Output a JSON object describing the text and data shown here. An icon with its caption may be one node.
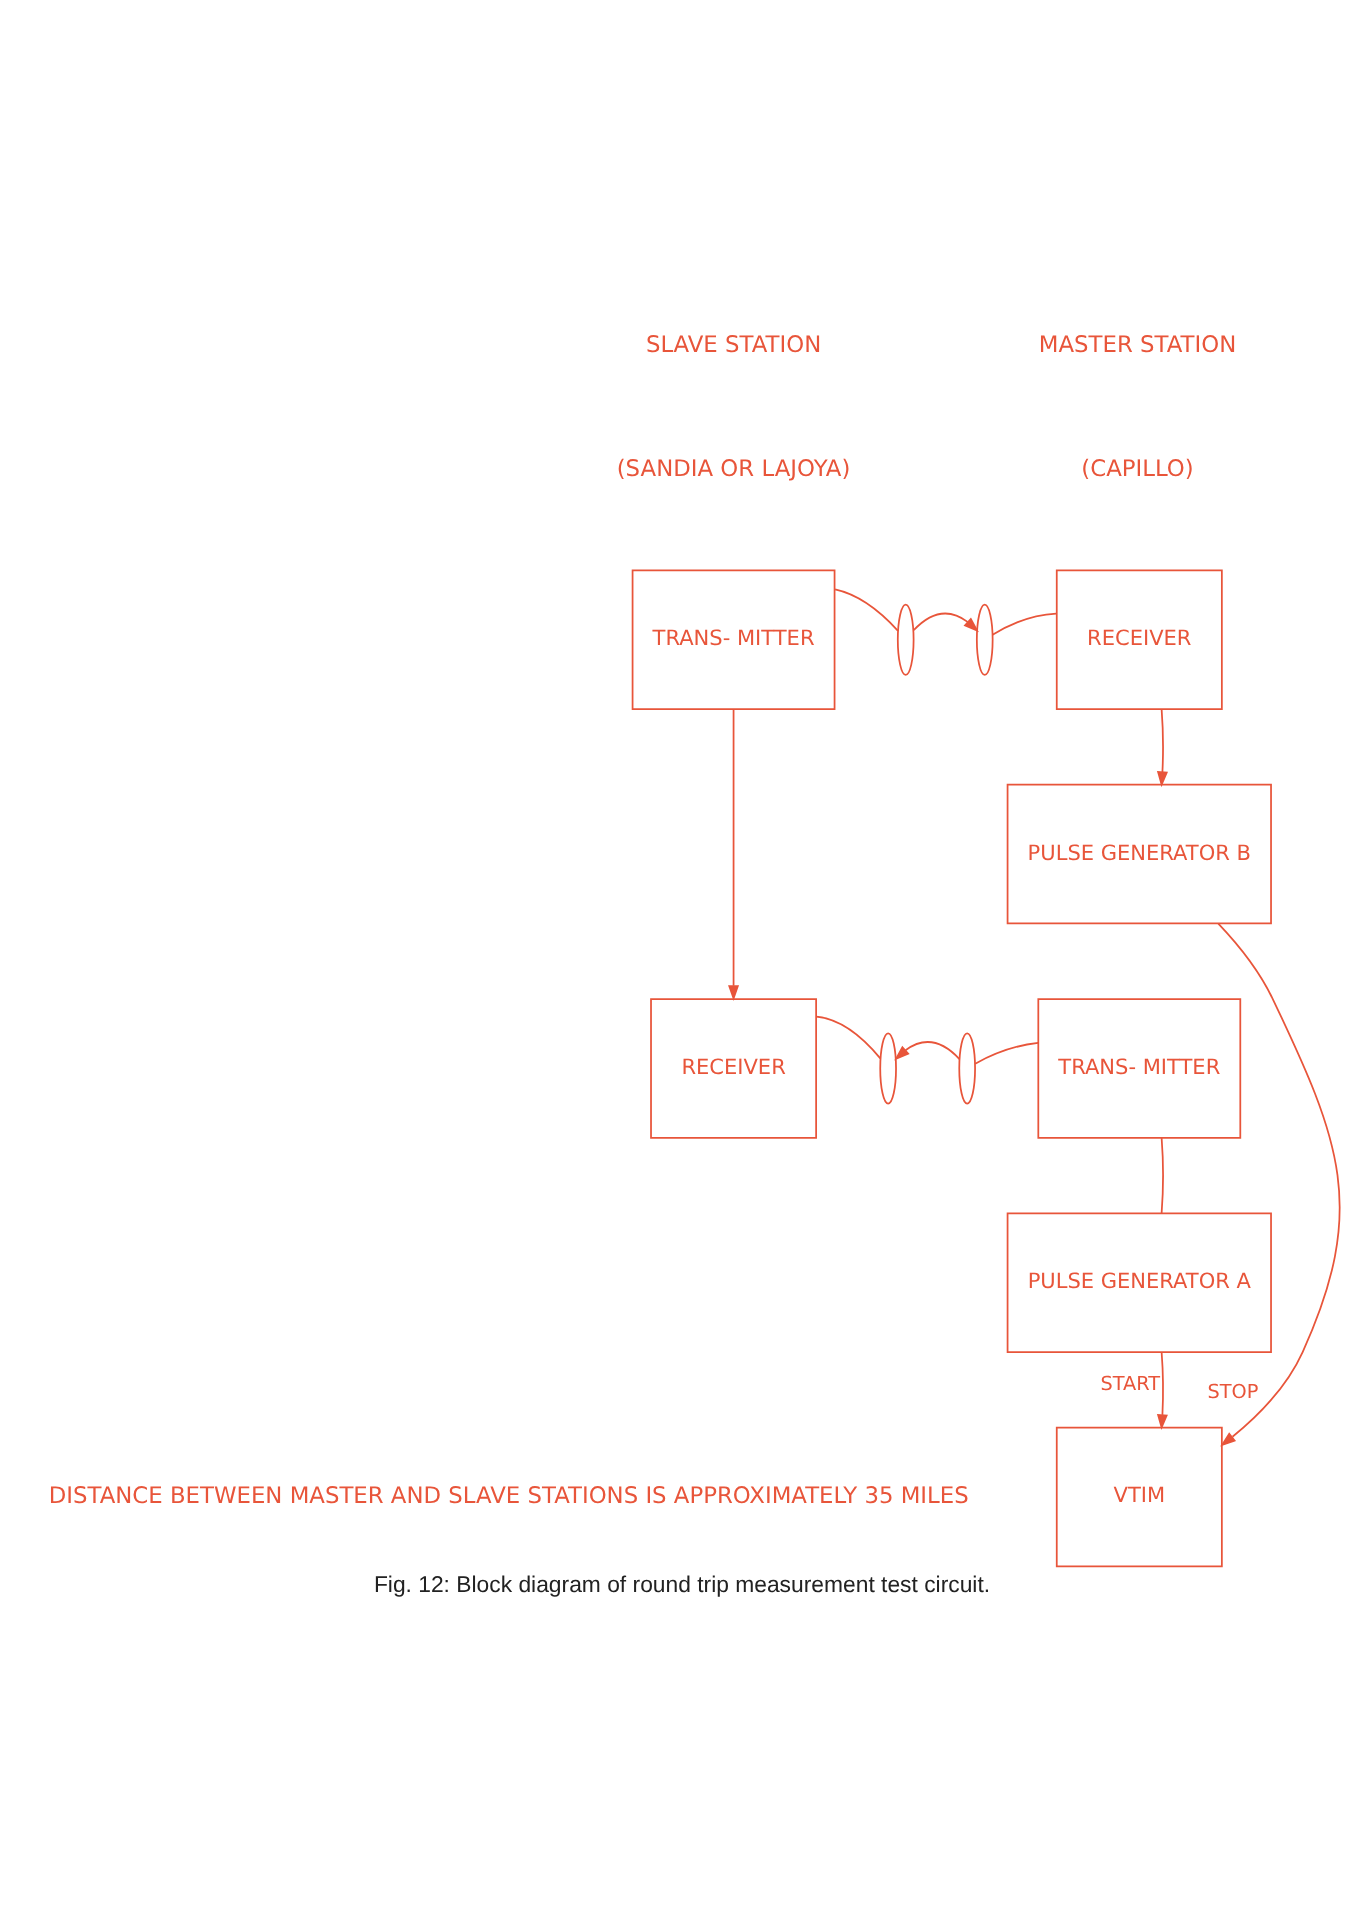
{
  "diagram": {
    "caption": "Fig. 12: Block diagram of round trip measurement test circuit.",
    "nodes": [
      {
        "text": [
          "TRANS- MITTER"
        ]
      },
      {
        "text": [],
        "shape": "arc"
      },
      {
        "text": [],
        "shape": "arc"
      },
      {
        "text": [
          "RECEIVER"
        ]
      },
      {
        "text": [
          "PULSE GENERATOR B"
        ]
      },
      {
        "text": [
          "RECEIVER"
        ]
      },
      {
        "text": [],
        "shape": "arc"
      },
      {
        "text": [],
        "shape": "arc"
      },
      {
        "text": [
          "TRANS- MITTER"
        ]
      },
      {
        "text": [
          "PULSE GENERATOR A"
        ]
      },
      {
        "text": [
          "VTIM"
        ]
      }
    ],
    "edges": [
      {
        "from": 0,
        "to": 1,
        "arrow": "none"
      },
      {
        "from": 1,
        "to": 2,
        "arrow": "to"
      },
      {
        "from": 2,
        "to": 3,
        "arrow": "none"
      },
      {
        "from": 3,
        "to": 4,
        "arrow": "to"
      },
      {
        "from": 0,
        "to": 5,
        "arrow": "to"
      },
      {
        "from": 8,
        "to": 7,
        "arrow": "none"
      },
      {
        "from": 7,
        "to": 6,
        "arrow": "to"
      },
      {
        "from": 6,
        "to": 5,
        "arrow": "none"
      },
      {
        "from": 9,
        "to": 8,
        "arrow": "none"
      },
      {
        "from": 9,
        "to": 10,
        "arrow": "to",
        "label": "START"
      },
      {
        "from": 4,
        "to": 10,
        "arrow": "to",
        "label": "STOP"
      }
    ],
    "labels": [
      "SLAVE STATION",
      "(SANDIA OR LAJOYA)",
      "MASTER STATION",
      "(CAPILLO)",
      "DISTANCE BETWEEN MASTER AND SLAVE STATIONS IS APPROXIMATELY 35 MILES"
    ]
  }
}
